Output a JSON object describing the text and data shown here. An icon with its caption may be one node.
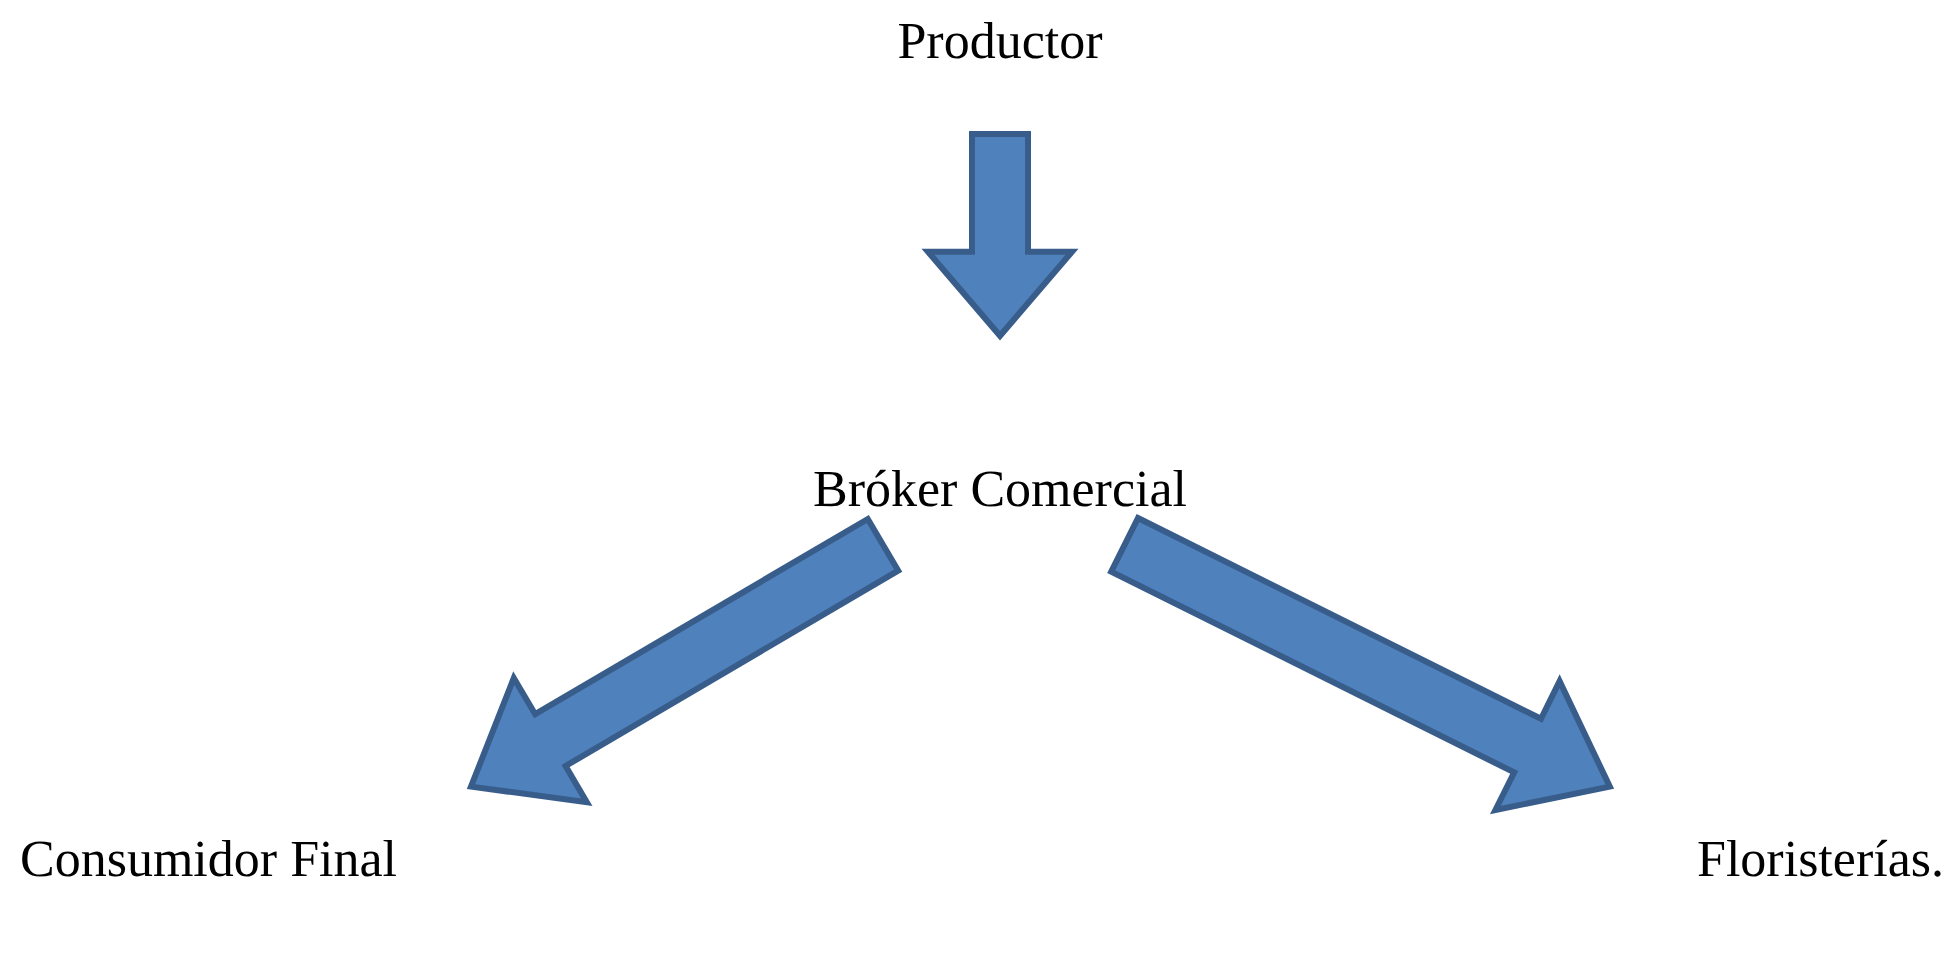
{
  "diagram": {
    "nodes": [
      {
        "text": [
          "Productor"
        ]
      },
      {
        "text": [
          "Bróker Comercial"
        ]
      },
      {
        "text": [
          "Consumidor Final"
        ]
      },
      {
        "text": [
          "Floristerías."
        ]
      }
    ],
    "edges": [
      {
        "from": 0,
        "to": 1,
        "arrow": "to"
      },
      {
        "from": 1,
        "to": 2,
        "arrow": "to"
      },
      {
        "from": 1,
        "to": 3,
        "arrow": "to"
      }
    ]
  }
}
